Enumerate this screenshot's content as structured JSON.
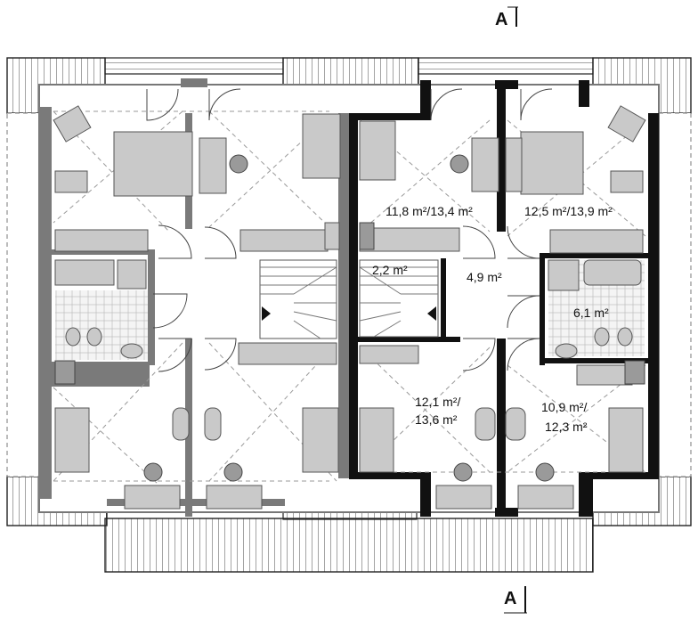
{
  "section_markers": {
    "top": "A",
    "bottom": "A"
  },
  "area_labels": {
    "bedroom_top_right_inner": "11,8 m²/13,4 m²",
    "bedroom_top_right_outer": "12,5 m²/13,9 m²",
    "stair_landing": "2,2 m²",
    "hall_right": "4,9 m²",
    "bathroom_right": "6,1 m²",
    "bedroom_bottom_right_inner_line1": "12,1 m²/",
    "bedroom_bottom_right_inner_line2": "13,6 m²",
    "bedroom_bottom_right_outer_line1": "10,9 m²/",
    "bedroom_bottom_right_outer_line2": "12,3 m²"
  }
}
